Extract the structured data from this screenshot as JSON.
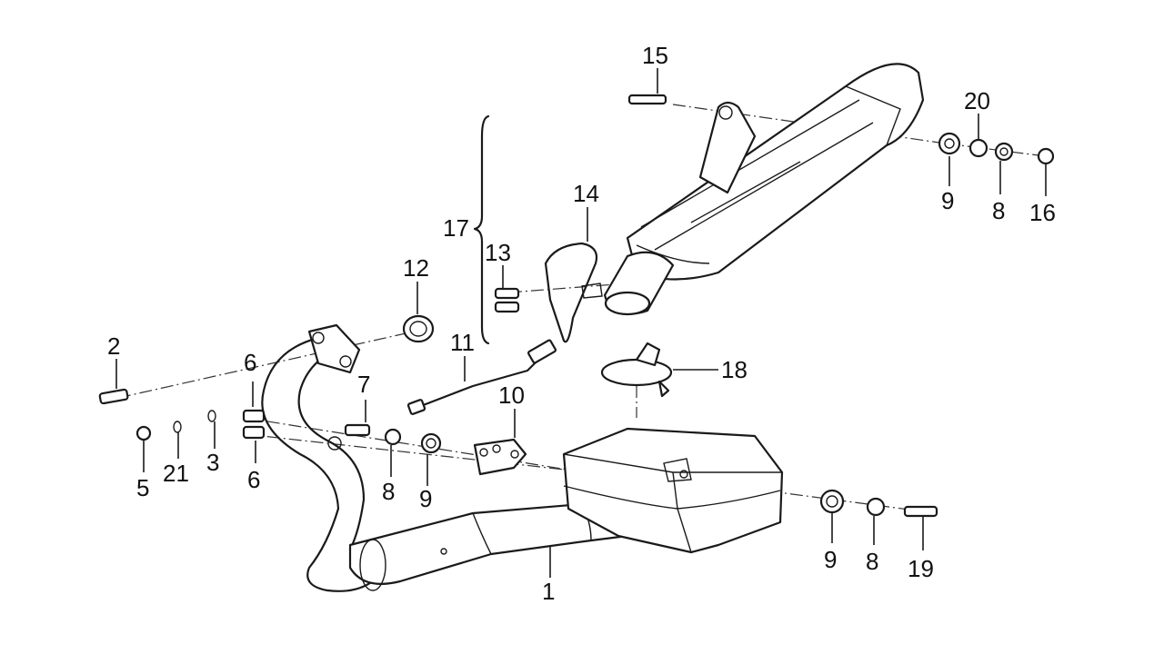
{
  "diagram": {
    "callouts": [
      {
        "id": "1",
        "text": "1"
      },
      {
        "id": "2",
        "text": "2"
      },
      {
        "id": "3",
        "text": "3"
      },
      {
        "id": "5",
        "text": "5"
      },
      {
        "id": "6a",
        "text": "6"
      },
      {
        "id": "6b",
        "text": "6"
      },
      {
        "id": "7",
        "text": "7"
      },
      {
        "id": "8a",
        "text": "8"
      },
      {
        "id": "8b",
        "text": "8"
      },
      {
        "id": "8c",
        "text": "8"
      },
      {
        "id": "9a",
        "text": "9"
      },
      {
        "id": "9b",
        "text": "9"
      },
      {
        "id": "9c",
        "text": "9"
      },
      {
        "id": "10",
        "text": "10"
      },
      {
        "id": "11",
        "text": "11"
      },
      {
        "id": "12",
        "text": "12"
      },
      {
        "id": "13",
        "text": "13"
      },
      {
        "id": "14",
        "text": "14"
      },
      {
        "id": "15",
        "text": "15"
      },
      {
        "id": "16",
        "text": "16"
      },
      {
        "id": "17",
        "text": "17"
      },
      {
        "id": "18",
        "text": "18"
      },
      {
        "id": "19",
        "text": "19"
      },
      {
        "id": "20",
        "text": "20"
      },
      {
        "id": "21",
        "text": "21"
      }
    ]
  }
}
